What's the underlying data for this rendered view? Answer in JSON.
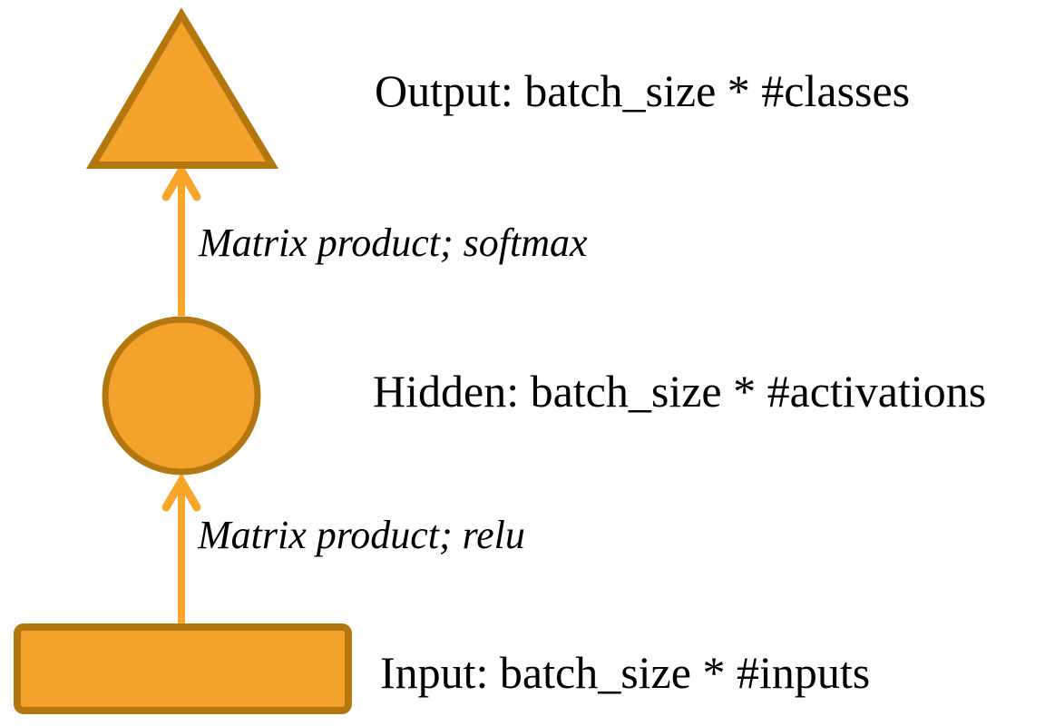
{
  "diagram": {
    "title_implicit": "Neural network layer shapes",
    "colors": {
      "background": "#FFFFFF",
      "shape_fill": "#F3A32C",
      "shape_border": "#B4770E",
      "arrow": "#F7A62A",
      "text": "#000000"
    },
    "nodes": {
      "output": {
        "shape": "triangle",
        "label": "Output: batch_size * #classes"
      },
      "hidden": {
        "shape": "circle",
        "label": "Hidden: batch_size * #activations"
      },
      "input": {
        "shape": "rectangle",
        "label": "Input: batch_size * #inputs"
      }
    },
    "edges": {
      "hidden_to_output": {
        "label": "Matrix product; softmax",
        "direction": "up"
      },
      "input_to_hidden": {
        "label": "Matrix product; relu",
        "direction": "up"
      }
    }
  }
}
